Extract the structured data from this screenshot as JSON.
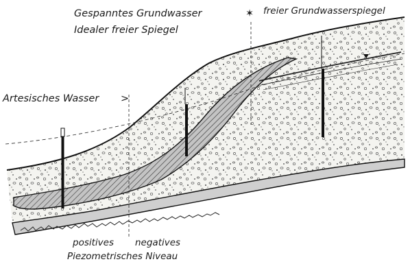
{
  "labels": {
    "confined": "Gespanntes Grundwasser",
    "ideal": "Idealer freier Spiegel",
    "free_table": "freier Grundwasserspiegel",
    "artesian": "Artesisches Wasser",
    "positive": "positives",
    "negative": "negatives",
    "piezometric": "Piezometrisches Niveau"
  },
  "symbols": {
    "star": "✶",
    "arrow": ">"
  },
  "colors": {
    "ink": "#1a1a1a",
    "aquifer_fill": "#bdbdbd",
    "gravel_fill": "#f4f4f0"
  }
}
